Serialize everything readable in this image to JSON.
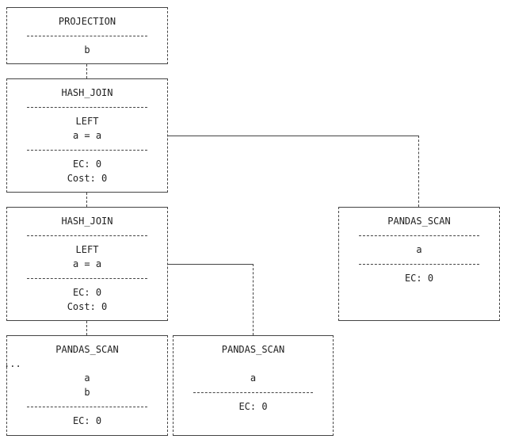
{
  "nodes": {
    "projection": {
      "name": "PROJECTION",
      "lines": [
        "b"
      ]
    },
    "hash_join_1": {
      "name": "HASH_JOIN",
      "join_type": "LEFT",
      "condition": "a = a",
      "ec": "EC: 0",
      "cost": "Cost: 0"
    },
    "pandas_scan_right_top": {
      "name": "PANDAS_SCAN",
      "column": "a",
      "ec": "EC: 0"
    },
    "hash_join_2": {
      "name": "HASH_JOIN",
      "join_type": "LEFT",
      "condition": "a = a",
      "ec": "EC: 0",
      "cost": "Cost: 0"
    },
    "pandas_scan_left": {
      "name": "PANDAS_SCAN",
      "columns": [
        "a",
        "b"
      ],
      "ec": "EC: 0"
    },
    "pandas_scan_mid": {
      "name": "PANDAS_SCAN",
      "column": "a",
      "ec": "EC: 0"
    }
  },
  "ellipsis": "..."
}
